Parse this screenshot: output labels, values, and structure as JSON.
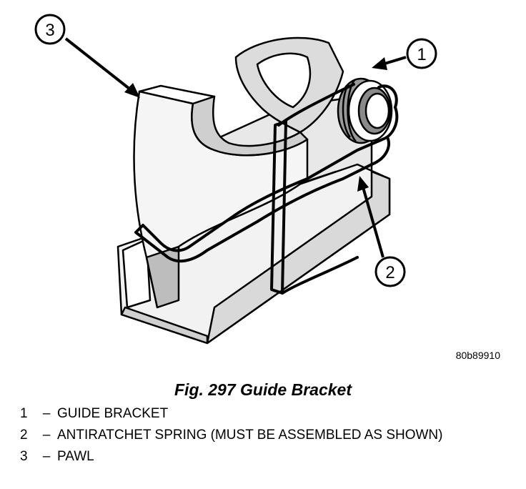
{
  "callouts": [
    {
      "number": "1",
      "target": "guide-bracket"
    },
    {
      "number": "2",
      "target": "antiratchet-spring"
    },
    {
      "number": "3",
      "target": "pawl"
    }
  ],
  "reference_code": "80b89910",
  "caption": "Fig. 297 Guide Bracket",
  "legend": [
    {
      "number": "1",
      "dash": "–",
      "text": "GUIDE BRACKET"
    },
    {
      "number": "2",
      "dash": "–",
      "text": "ANTIRATCHET SPRING (MUST BE ASSEMBLED AS SHOWN)"
    },
    {
      "number": "3",
      "dash": "–",
      "text": "PAWL"
    }
  ]
}
